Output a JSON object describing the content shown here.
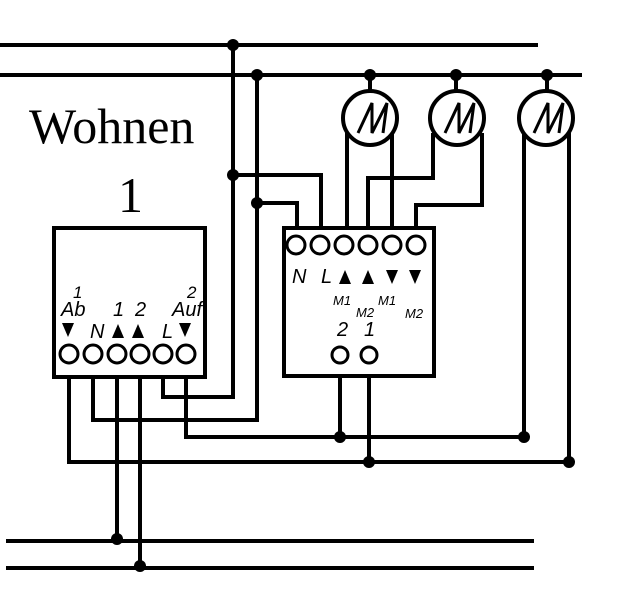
{
  "diagram": {
    "title": "Wohnen",
    "subtitle": "1",
    "motor_label": "M",
    "motors": [
      {
        "id": "motor-1",
        "label": "M"
      },
      {
        "id": "motor-2",
        "label": "M"
      },
      {
        "id": "motor-3",
        "label": "M"
      }
    ],
    "switch_unit": {
      "top_labels": {
        "ab_num": "1",
        "ab": "Ab",
        "auf_num": "2",
        "auf": "Auf",
        "t1": "1",
        "t2": "2"
      },
      "terminals": [
        "Ab ▼",
        "N",
        "1 ▲",
        "2 ▲",
        "L",
        "Auf ▼"
      ],
      "labels": {
        "n": "N",
        "l": "L"
      }
    },
    "relay_unit": {
      "labels": {
        "n": "N",
        "l": "L",
        "m1a": "M1",
        "m2a": "M2",
        "m1b": "M1",
        "m2b": "M2",
        "out2": "2",
        "out1": "1"
      },
      "terminals_top": [
        "N",
        "L",
        "▲ M1",
        "▲ M2",
        "▼ M1",
        "▼ M2"
      ],
      "terminals_bottom": [
        "2",
        "1"
      ]
    }
  }
}
